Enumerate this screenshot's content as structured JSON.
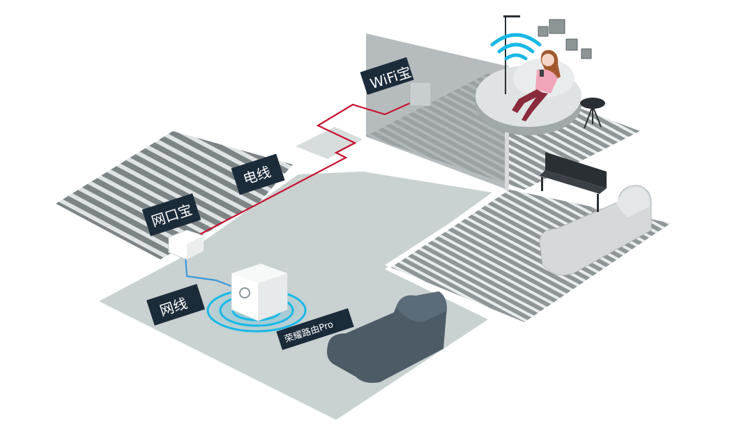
{
  "labels": {
    "wifi_extender": "WiFi宝",
    "power_line": "电线",
    "ethernet_adapter": "网口宝",
    "ethernet_cable": "网线",
    "router": "荣耀路由Pro"
  },
  "colors": {
    "label_bg": "#1c2b3a",
    "power_line": "#c8102e",
    "ethernet_line": "#3a9ad9",
    "wifi_signal": "#18b8e6",
    "floor": "#c9d1d1",
    "sofa": "#4c5b66"
  },
  "icons": [
    "wifi-signal-icon",
    "person-icon",
    "router-icon",
    "adapter-icon",
    "extender-icon",
    "piano-icon",
    "sofa-icon",
    "stool-icon",
    "lamp-icon",
    "picture-frame-icon"
  ]
}
